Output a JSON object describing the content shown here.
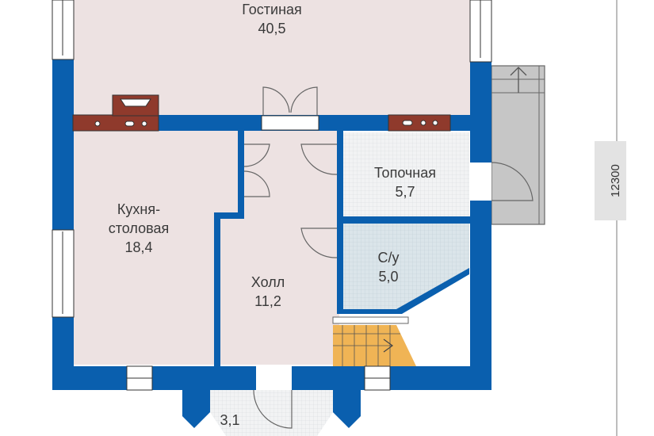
{
  "plan": {
    "type": "floor-plan",
    "colors": {
      "wall": "#0a5fae",
      "room_floor": "#ede2e2",
      "tile_floor": "#eef0f2",
      "bath_floor": "#d8e4ea",
      "chimney": "#8f3a2c",
      "stairs": "#f0b455",
      "terrace": "#c4c4c4",
      "window": "#ffffff",
      "line": "#555555",
      "dimension_box": "#e3e3e3"
    },
    "rooms": [
      {
        "name": "Гостиная",
        "area": "40,5"
      },
      {
        "name_line1": "Кухня-",
        "name_line2": "столовая",
        "area": "18,4"
      },
      {
        "name": "Холл",
        "area": "11,2"
      },
      {
        "name": "Топочная",
        "area": "5,7"
      },
      {
        "name": "С/у",
        "area": "5,0"
      },
      {
        "name": "",
        "area": "3,1"
      }
    ],
    "dimension": {
      "value": "12300"
    }
  }
}
